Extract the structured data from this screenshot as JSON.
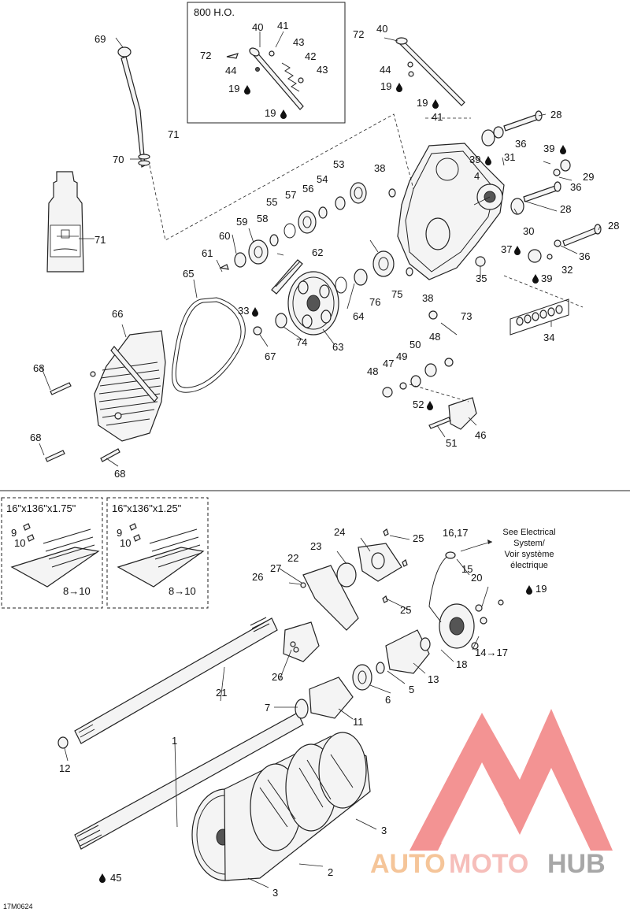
{
  "diagram": {
    "detail_box_title": "800 H.O.",
    "track_variants": [
      "16\"x136\"x1.75\"",
      "16\"x136\"x1.25\""
    ],
    "electrical_note": [
      "See Electrical",
      "System/",
      "Voir système",
      "électrique"
    ],
    "figure_code": "17M0624",
    "watermark": {
      "part1": "AUTO",
      "part2": "MOTO",
      "part3": "HUB",
      "colors": {
        "part1": "#f2b278",
        "part2": "#f4a9a3",
        "part3": "#8a8a8a",
        "logo": "#f07070"
      }
    },
    "callouts": {
      "c1": "1",
      "c2": "2",
      "c3a": "3",
      "c3b": "3",
      "c4": "4",
      "c5": "5",
      "c6": "6",
      "c7": "7",
      "c8a": "8→10",
      "c8b": "8→10",
      "c9a": "9",
      "c9b": "9",
      "c10a": "10",
      "c10b": "10",
      "c11": "11",
      "c12": "12",
      "c13": "13",
      "c14": "14→17",
      "c15": "15",
      "c16": "16,17",
      "c18": "18",
      "c19a": "19",
      "c19b": "19",
      "c19c": "19",
      "c19d": "19",
      "c20": "20",
      "c21": "21",
      "c22": "22",
      "c23": "23",
      "c24": "24",
      "c25a": "25",
      "c25b": "25",
      "c26a": "26",
      "c26b": "26",
      "c27": "27",
      "c28a": "28",
      "c28b": "28",
      "c28c": "28",
      "c29": "29",
      "c30": "30",
      "c31": "31",
      "c32": "32",
      "c33": "33",
      "c34": "34",
      "c35": "35",
      "c36a": "36",
      "c36b": "36",
      "c36c": "36",
      "c37": "37",
      "c38a": "38",
      "c38b": "38",
      "c39a": "39",
      "c39b": "39",
      "c39c": "39",
      "c40a": "40",
      "c40b": "40",
      "c41a": "41",
      "c41b": "41",
      "c42": "42",
      "c43a": "43",
      "c43b": "43",
      "c44a": "44",
      "c44b": "44",
      "c45": "45",
      "c46": "46",
      "c47": "47",
      "c48a": "48",
      "c48b": "48",
      "c49": "49",
      "c50": "50",
      "c51": "51",
      "c52": "52",
      "c53": "53",
      "c54": "54",
      "c55": "55",
      "c56": "56",
      "c57": "57",
      "c58": "58",
      "c59": "59",
      "c60": "60",
      "c61": "61",
      "c62": "62",
      "c63": "63",
      "c64": "64",
      "c65": "65",
      "c66": "66",
      "c67": "67",
      "c68a": "68",
      "c68b": "68",
      "c68c": "68",
      "c69": "69",
      "c70": "70",
      "c71a": "71",
      "c71b": "71",
      "c72a": "72",
      "c72b": "72",
      "c73": "73",
      "c74": "74",
      "c75": "75",
      "c76": "76"
    }
  }
}
